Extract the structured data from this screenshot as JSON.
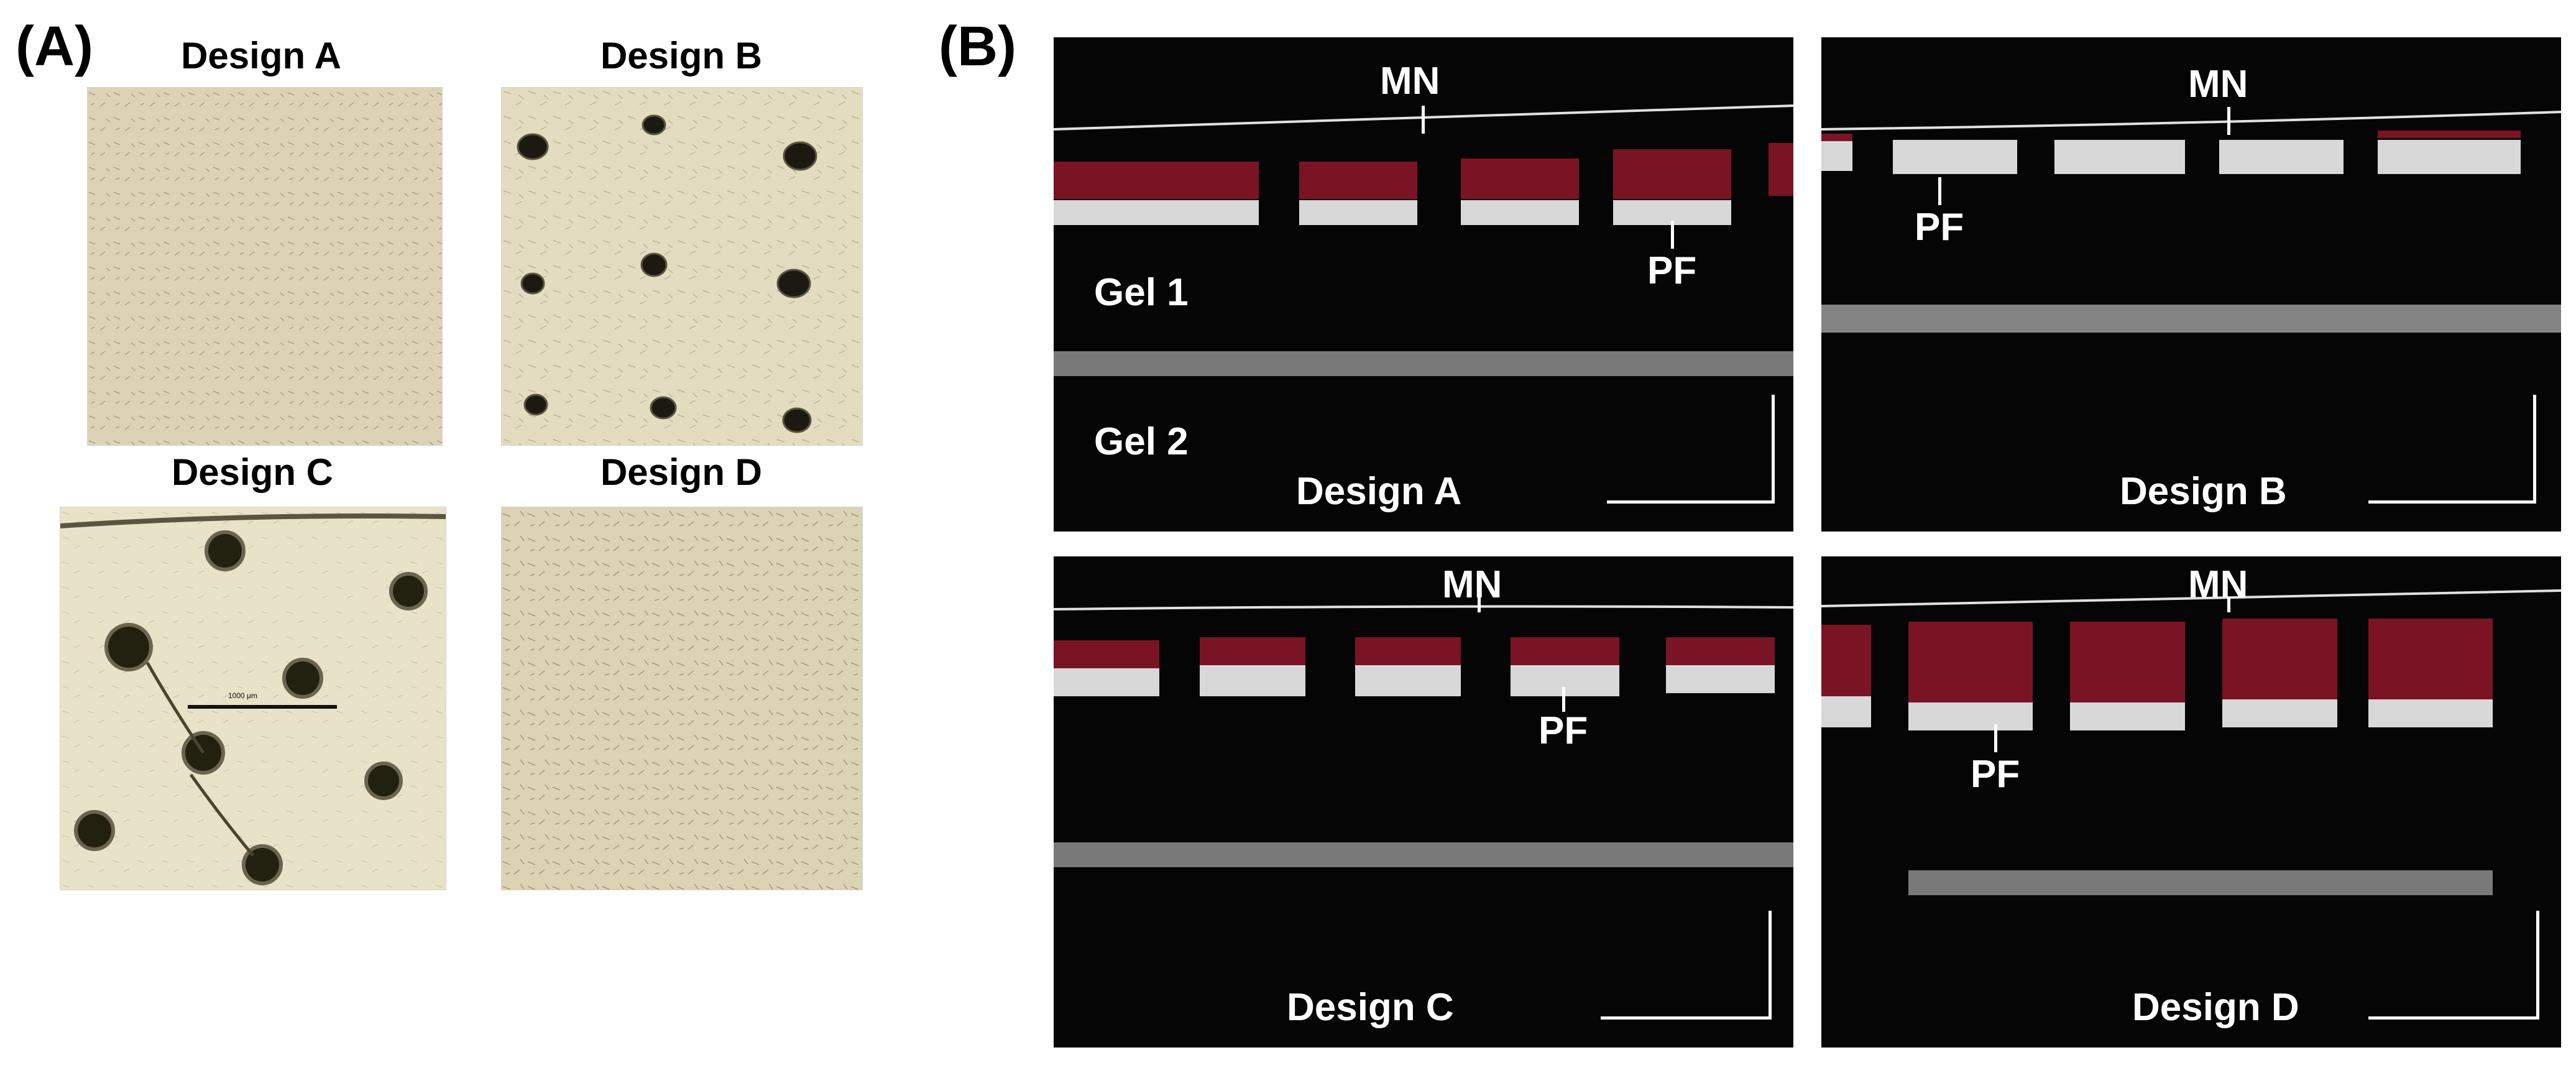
{
  "panel_a": {
    "label": "(A)",
    "photos": [
      {
        "title": "Design A"
      },
      {
        "title": "Design B"
      },
      {
        "title": "Design C",
        "scale_bar_text": "1000 μm"
      },
      {
        "title": "Design D"
      }
    ]
  },
  "panel_b": {
    "label": "(B)",
    "labels": {
      "mn": "MN",
      "pf": "PF",
      "gel1": "Gel 1",
      "gel2": "Gel 2"
    },
    "images": [
      {
        "design": "Design A"
      },
      {
        "design": "Design B"
      },
      {
        "design": "Design C"
      },
      {
        "design": "Design D"
      }
    ]
  },
  "colors": {
    "photo_bg": "#d9d0b0",
    "photo_hole": "#1c1a10",
    "oct_bg": "#050505",
    "oct_layer": "#7a1424",
    "oct_band": "#d8d8d8",
    "label_text": "#ffffff"
  }
}
